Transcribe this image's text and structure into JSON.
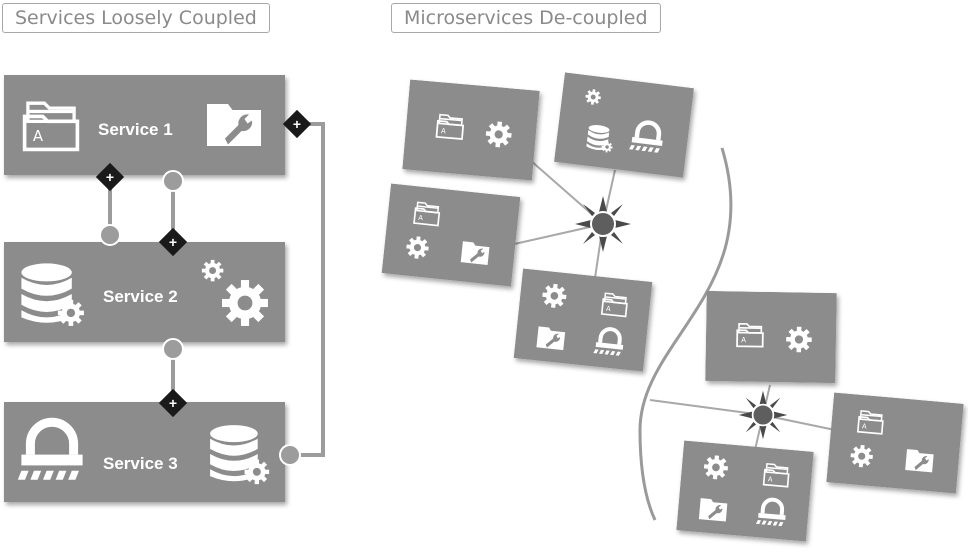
{
  "titles": {
    "left": "Services Loosely Coupled",
    "right": "Microservices De-coupled"
  },
  "services": [
    {
      "label": "Service 1",
      "icons": [
        "folders-icon",
        "folder-wrench-icon"
      ]
    },
    {
      "label": "Service 2",
      "icons": [
        "database-gear-icon",
        "gears-icon"
      ]
    },
    {
      "label": "Service 3",
      "icons": [
        "padlock-icon",
        "database-gear-icon"
      ]
    }
  ],
  "connector_symbols": {
    "plus": "+"
  },
  "colors": {
    "box_fill": "#8c8c8c",
    "box_inner": "#9a9a9a",
    "connector": "#9c9c9c",
    "diamond": "#1a1a1a",
    "hub": "#5e5e5e",
    "icon": "#ffffff"
  }
}
